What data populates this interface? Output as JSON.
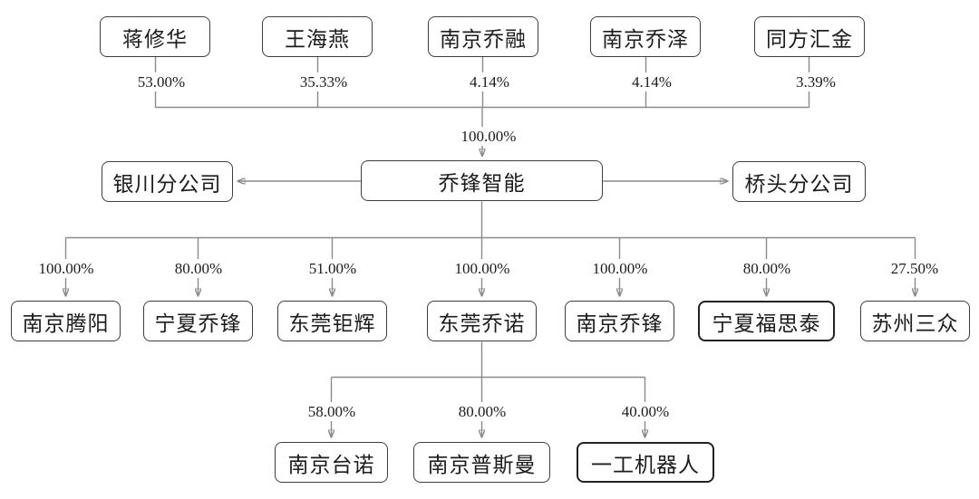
{
  "colors": {
    "background": "#ffffff",
    "connector_line": "#8a8a8a",
    "box_border": "#3d3d3d",
    "text": "#1c1c1c"
  },
  "shareholders": [
    {
      "name": "蒋修华",
      "pct": "53.00%"
    },
    {
      "name": "王海燕",
      "pct": "35.33%"
    },
    {
      "name": "南京乔融",
      "pct": "4.14%"
    },
    {
      "name": "南京乔泽",
      "pct": "4.14%"
    },
    {
      "name": "同方汇金",
      "pct": "3.39%"
    }
  ],
  "company": {
    "name": "乔锋智能",
    "combined_pct": "100.00%"
  },
  "branches": [
    {
      "name": "银川分公司"
    },
    {
      "name": "桥头分公司"
    }
  ],
  "subsidiaries": [
    {
      "name": "南京腾阳",
      "pct": "100.00%"
    },
    {
      "name": "宁夏乔锋",
      "pct": "80.00%"
    },
    {
      "name": "东莞钜辉",
      "pct": "51.00%"
    },
    {
      "name": "东莞乔诺",
      "pct": "100.00%"
    },
    {
      "name": "南京乔锋",
      "pct": "100.00%"
    },
    {
      "name": "宁夏福思泰",
      "pct": "80.00%"
    },
    {
      "name": "苏州三众",
      "pct": "27.50%"
    }
  ],
  "sub_subsidiaries": [
    {
      "name": "南京台诺",
      "pct": "58.00%"
    },
    {
      "name": "南京普斯曼",
      "pct": "80.00%"
    },
    {
      "name": "一工机器人",
      "pct": "40.00%"
    }
  ]
}
